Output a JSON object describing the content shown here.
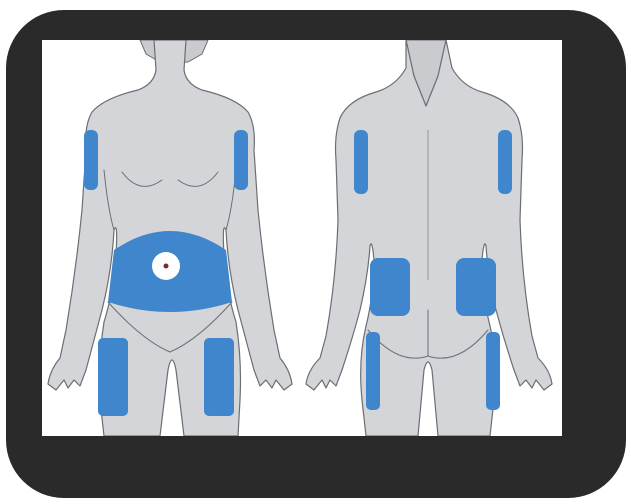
{
  "figure": {
    "views": [
      {
        "id": "front",
        "sites": [
          "upper-arm-left",
          "upper-arm-right",
          "abdomen",
          "thigh-left",
          "thigh-right"
        ]
      },
      {
        "id": "back",
        "sites": [
          "upper-arm-left",
          "upper-arm-right",
          "upper-buttock-left",
          "upper-buttock-right",
          "back-thigh-left",
          "back-thigh-right"
        ]
      }
    ],
    "colors": {
      "frame": "#2a2a2a",
      "panel": "#ffffff",
      "body_fill": "#d3d5d8",
      "body_stroke": "#6b6e73",
      "hair": "#c9cbce",
      "site_fill": "#3f86cc",
      "navel_ring": "#ffffff",
      "navel_dot": "#7a2a2a"
    }
  }
}
